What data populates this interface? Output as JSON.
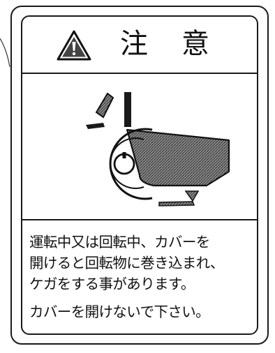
{
  "label": {
    "title_left": "注",
    "title_right": "意",
    "message_lines": [
      "運転中又は回転中、カバーを",
      "開けると回転物に巻き込まれ、",
      "ケガをする事があります。"
    ],
    "instruction": "カバーを開けないで下さい。"
  },
  "icons": {
    "header": "warning-triangle-icon",
    "pictogram": "hand-caught-in-roller-icon"
  },
  "colors": {
    "ink": "#111111",
    "hatch": "#555555",
    "background": "#ffffff"
  }
}
